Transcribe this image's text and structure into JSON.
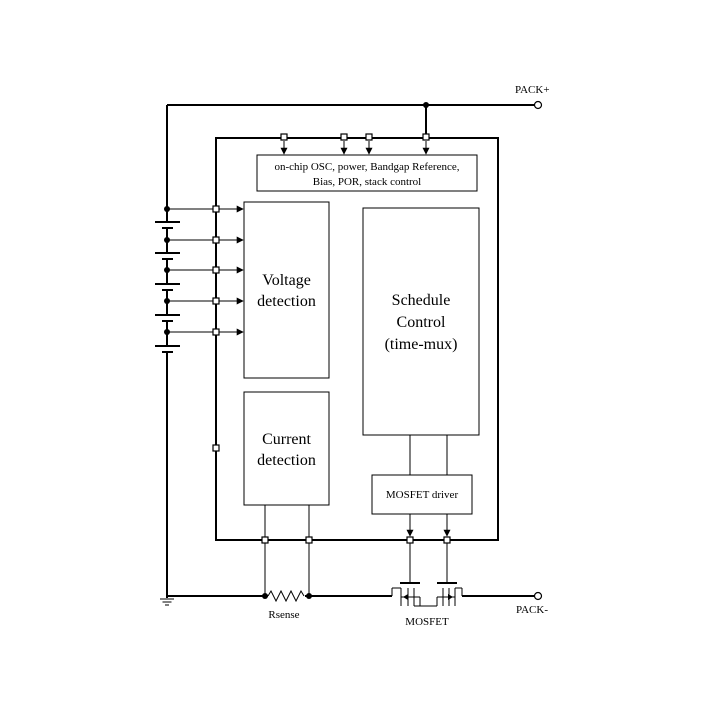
{
  "terminals": {
    "pack_plus": "PACK+",
    "pack_minus": "PACK-"
  },
  "blocks": {
    "osc_line1": "on-chip OSC, power, Bandgap Reference,",
    "osc_line2": "Bias, POR, stack control",
    "voltage_line1": "Voltage",
    "voltage_line2": "detection",
    "current_line1": "Current",
    "current_line2": "detection",
    "schedule_line1": "Schedule",
    "schedule_line2": "Control",
    "schedule_line3": "(time-mux)",
    "mosfet_driver": "MOSFET driver"
  },
  "components": {
    "rsense": "Rsense",
    "mosfet": "MOSFET"
  }
}
